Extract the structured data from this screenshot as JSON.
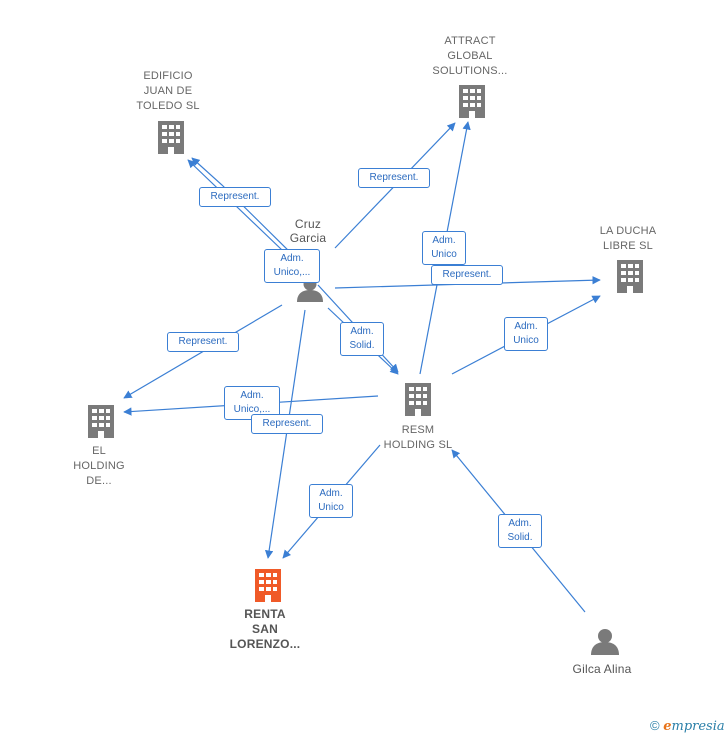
{
  "colors": {
    "edge": "#3b7fd4",
    "building": "#7a7a7a",
    "target": "#f05a28",
    "person": "#7a7a7a"
  },
  "nodes": {
    "edificio": {
      "label": "EDIFICIO\nJUAN DE\nTOLEDO  SL",
      "icon": "building-icon"
    },
    "attract": {
      "label": "ATTRACT\nGLOBAL\nSOLUTIONS...",
      "icon": "building-icon"
    },
    "laducha": {
      "label": "LA DUCHA\nLIBRE  SL",
      "icon": "building-icon"
    },
    "resm": {
      "label": "RESM\nHOLDING  SL",
      "icon": "building-icon"
    },
    "elholding": {
      "label": "EL\nHOLDING\nDE...",
      "icon": "building-icon"
    },
    "renta": {
      "label": "RENTA\nSAN\nLORENZO...",
      "icon": "building-icon"
    },
    "cruz": {
      "label": "Cruz\nGarcia\n...",
      "icon": "person-icon"
    },
    "gilca": {
      "label": "Gilca Alina",
      "icon": "person-icon"
    }
  },
  "relations": {
    "r1": "Represent.",
    "r2": "Represent.",
    "r3": "Adm.\nUnico",
    "r4": "Adm.\nUnico,...",
    "r5": "Represent.",
    "r6": "Adm.\nSolid.",
    "r7": "Adm.\nUnico",
    "r8": "Represent.",
    "r9": "Adm.\nUnico,...",
    "r10": "Represent.",
    "r11": "Adm.\nUnico",
    "r12": "Adm.\nSolid."
  },
  "footer": {
    "copyright": "©",
    "brand_first": "e",
    "brand_rest": "mpresia"
  }
}
